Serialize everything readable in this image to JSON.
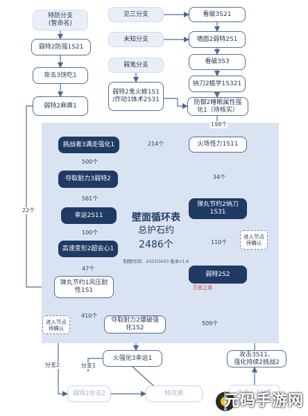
{
  "title": {
    "line1": "壁面循环表",
    "line2": "总护石约",
    "line3": "2486个"
  },
  "meta": "制图时间：20210420 版本v1.6",
  "red_label": "万恶之源",
  "logo": "元码手游网",
  "nodes": {
    "n1": "特防分支\n(暂命名)",
    "n2": "弱特2防强1S21",
    "n3": "攻击3快吃1",
    "n4": "弱特2麻痹1",
    "r1": "见三分支",
    "r2": "看破3S21",
    "r3": "未知分支",
    "r4": "墙面2弱特2S1",
    "r5": "看破3S3",
    "r6": "弱鬼分支",
    "r7": "纳刀2植学1S321",
    "r8": "弱特2鬼火蝰1S1\n/炸动1体术2S31",
    "r9": "防御2睡眠属性强\n化1（待核实）",
    "b1": "挑战者3满走强化1",
    "b2": "火场怪力1S11",
    "b3": "夺取耐力3弱特2",
    "b4": "幸运2S11",
    "b5": "弹丸节约2纳刀\n1S31",
    "b6": "高速变形2超会心1",
    "b7": "弱特2S2",
    "b8": "弹丸节约1风压耐\n性1S1",
    "b9": "夺取耐力2爆破强\n化1S2",
    "l1": "进入节点\n待确认",
    "l2": "火强化3幸运1",
    "l3": "弱特2攻击2",
    "l4": "特攻表",
    "d1": "进入节点\n待确认",
    "d2": "攻击3S11、\n强化持续2挑战2",
    "d3": "大会心1分支"
  },
  "edges": {
    "e214": "214个",
    "e500": "500个",
    "e561": "561个",
    "e100": "100个",
    "e47": "47个",
    "e198": "198个",
    "e34": "34个",
    "e110": "110个",
    "e22": "22个",
    "e410": "410个",
    "e509": "509个",
    "branch2": "分支2",
    "branch1": "分支1"
  }
}
